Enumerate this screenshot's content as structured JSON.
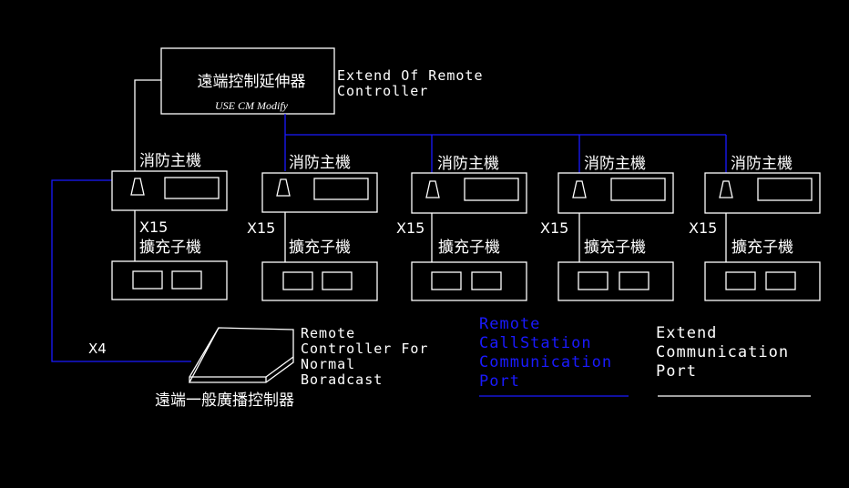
{
  "extender": {
    "title": "遠端控制延伸器",
    "note": "USE CM Modify"
  },
  "extender_caption": [
    "Extend Of Remote",
    "Controller"
  ],
  "main_label": "消防主機",
  "expansion_label": "擴充子機",
  "multiplier_x15": "X15",
  "columns": [
    {
      "main": "消防主機",
      "mult": "X15",
      "exp": "擴充子機"
    },
    {
      "main": "消防主機",
      "mult": "X15",
      "exp": "擴充子機"
    },
    {
      "main": "消防主機",
      "mult": "X15",
      "exp": "擴充子機"
    },
    {
      "main": "消防主機",
      "mult": "X15",
      "exp": "擴充子機"
    },
    {
      "main": "消防主機",
      "mult": "X15",
      "exp": "擴充子機"
    }
  ],
  "remote": {
    "caption": [
      "Remote",
      "Controller For",
      "Normal",
      "Boradcast"
    ],
    "label": "遠端一般廣播控制器",
    "mult": "X4"
  },
  "legend": {
    "blue": {
      "lines": [
        "Remote",
        "CallStation",
        "Communication",
        "Port"
      ],
      "color": "#1a1aff"
    },
    "white": {
      "lines": [
        "Extend",
        "Communication",
        "Port"
      ],
      "color": "#ffffff"
    }
  }
}
